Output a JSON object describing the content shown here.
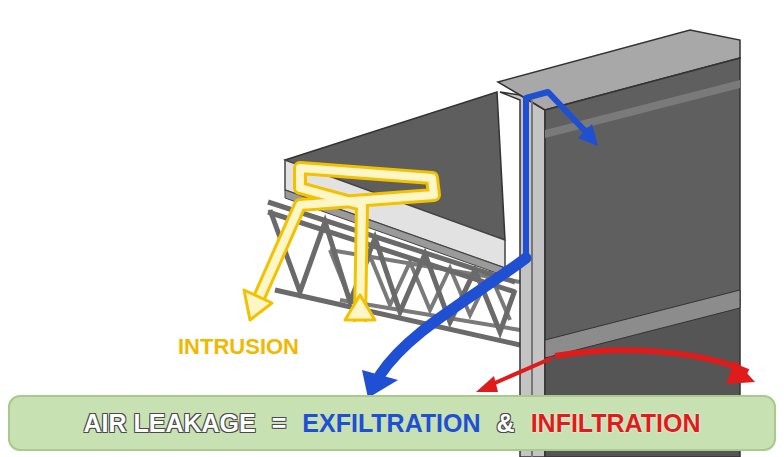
{
  "diagram": {
    "nodes": [
      {
        "text": [
          "AIR LEAKAGE",
          "=",
          "EXFILTRATION",
          "&",
          "INFILTRATION"
        ]
      }
    ],
    "labels": [
      "INTRUSION"
    ]
  }
}
